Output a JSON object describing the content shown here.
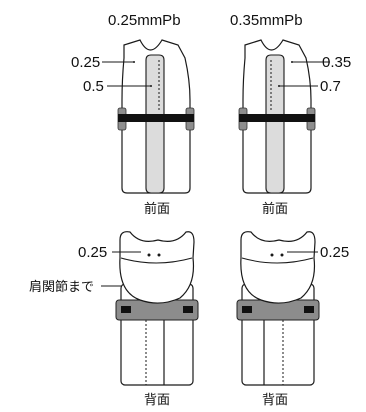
{
  "headers": {
    "left": "0.25mmPb",
    "right": "0.35mmPb"
  },
  "front_left": {
    "label_top": "0.25",
    "label_center": "0.5",
    "caption": "前面"
  },
  "front_right": {
    "label_top": "0.35",
    "label_center": "0.7",
    "caption": "前面"
  },
  "back_left": {
    "label_top": "0.25",
    "shoulder_note": "肩関節まで",
    "caption": "背面"
  },
  "back_right": {
    "label_top": "0.25",
    "caption": "背面"
  },
  "colors": {
    "belt_front": "#111111",
    "belt_back": "#8c8c8c",
    "center_panel": "#dcdcdc",
    "side_tabs": "#8e8e8e"
  }
}
